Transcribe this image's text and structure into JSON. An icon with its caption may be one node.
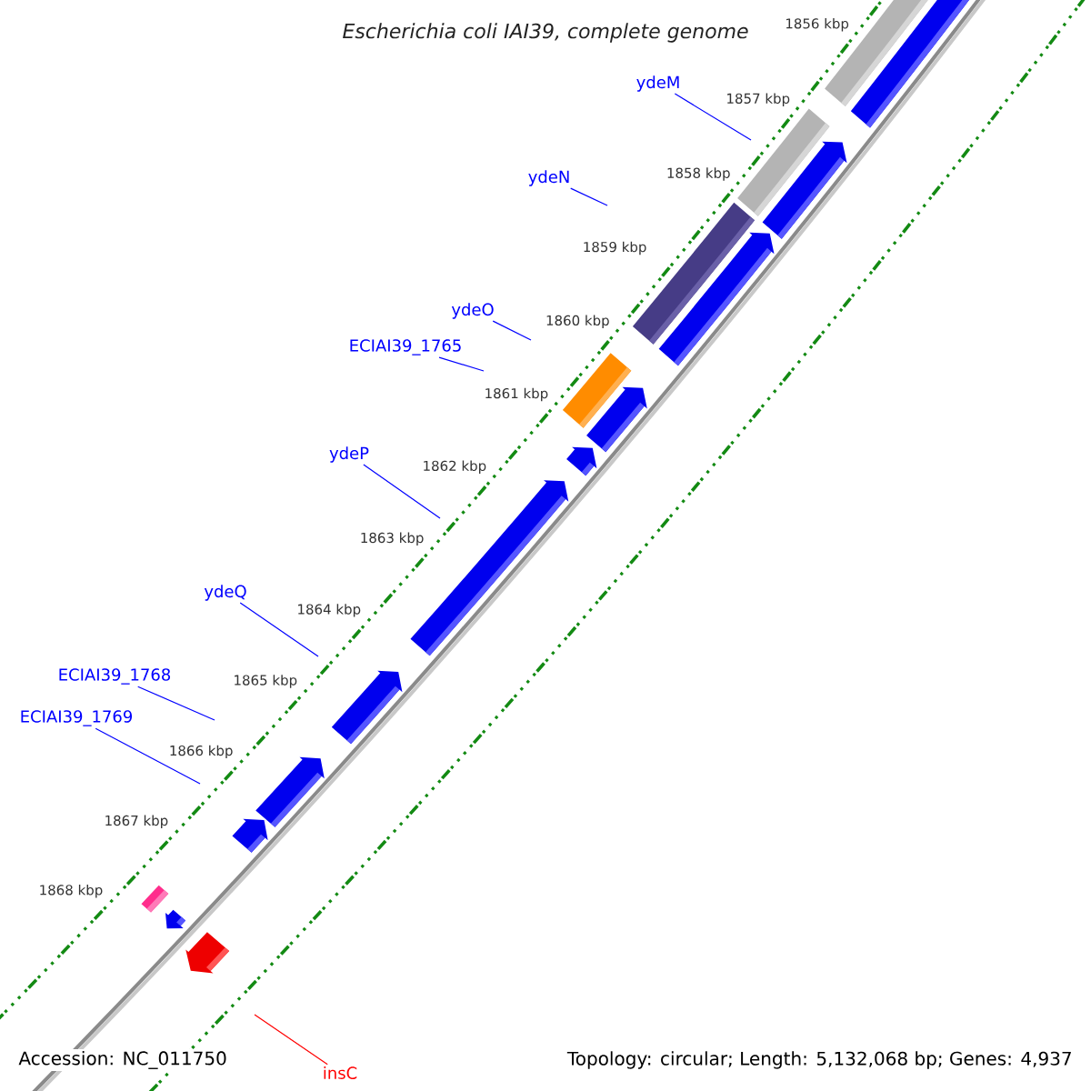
{
  "diagram": {
    "title": "Escherichia coli IAI39, complete genome",
    "nodes": [
      {
        "text": [
          "ydeM"
        ]
      },
      {
        "text": [
          "ydeN"
        ]
      },
      {
        "text": [
          "ydeO"
        ]
      },
      {
        "text": [
          "ECIAI39_1765"
        ]
      },
      {
        "text": [
          "ydeP"
        ]
      },
      {
        "text": [
          "ydeQ"
        ]
      },
      {
        "text": [
          "ECIAI39_1768"
        ]
      },
      {
        "text": [
          "ECIAI39_1769"
        ]
      },
      {
        "text": [
          "insC"
        ]
      }
    ],
    "edges": [
      {
        "from": 0,
        "to": null,
        "arrow": "none"
      },
      {
        "from": 1,
        "to": null,
        "arrow": "none"
      },
      {
        "from": 2,
        "to": null,
        "arrow": "none"
      },
      {
        "from": 3,
        "to": null,
        "arrow": "none"
      },
      {
        "from": 4,
        "to": null,
        "arrow": "none"
      },
      {
        "from": 5,
        "to": null,
        "arrow": "none"
      },
      {
        "from": 6,
        "to": null,
        "arrow": "none"
      },
      {
        "from": 7,
        "to": null,
        "arrow": "none"
      },
      {
        "from": 8,
        "to": null,
        "arrow": "none",
        "color": "#ff0000"
      }
    ],
    "labels": [
      "1856 kbp",
      "1857 kbp",
      "1858 kbp",
      "1859 kbp",
      "1860 kbp",
      "1861 kbp",
      "1862 kbp",
      "1863 kbp",
      "1864 kbp",
      "1865 kbp",
      "1866 kbp",
      "1867 kbp",
      "1868 kbp",
      "Accession: NC_011750",
      "Topology: circular; Length: 5,132,068 bp; Genes: 4,937"
    ]
  }
}
